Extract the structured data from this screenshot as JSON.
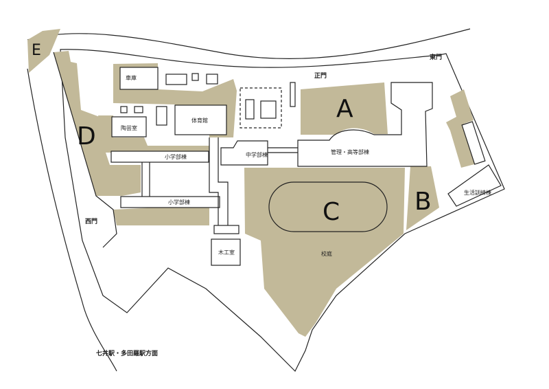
{
  "zones": {
    "a": "A",
    "b": "B",
    "c": "C",
    "d": "D",
    "e": "E"
  },
  "gates": {
    "main": "正門",
    "east": "東門",
    "west": "西門"
  },
  "buildings": {
    "garage": "車庫",
    "gym": "体育館",
    "pottery": "陶芸室",
    "elementary_1": "小学部棟",
    "elementary_2": "小学部棟",
    "junior_high": "中学部棟",
    "admin_high": "管理・高等部棟",
    "life_training": "生活訓練棟",
    "woodwork": "木工室",
    "schoolyard": "校庭"
  },
  "direction": "七井駅・多田羅駅方面",
  "colors": {
    "zone": "#c2b999",
    "line": "#222222",
    "background": "#ffffff"
  }
}
